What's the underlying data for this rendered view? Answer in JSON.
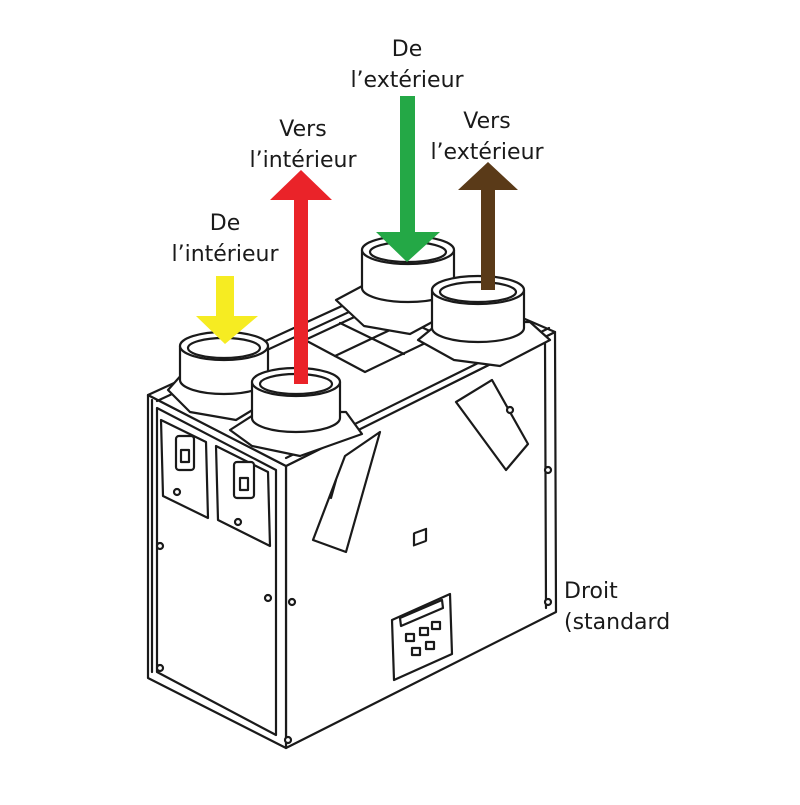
{
  "labels": {
    "from_inside": "De\nl’intérieur",
    "to_inside": "Vers\nl’intérieur",
    "from_outside": "De\nl’extérieur",
    "to_outside": "Vers\nl’extérieur",
    "orientation": "Droit\n(standard"
  },
  "colors": {
    "from_inside": "#f6ec22",
    "to_inside": "#ea2329",
    "from_outside": "#24a846",
    "to_outside": "#5a3a18",
    "outline": "#1a1a1a"
  },
  "icons": {
    "from_inside": "arrow-down",
    "to_inside": "arrow-up",
    "from_outside": "arrow-down",
    "to_outside": "arrow-up"
  }
}
